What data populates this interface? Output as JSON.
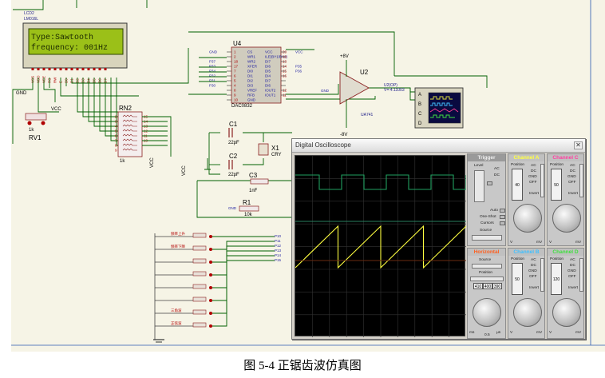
{
  "caption": "图 5-4 正锯齿波仿真图",
  "lcd": {
    "ref": "LCD2",
    "part": "LM016L",
    "line1": "Type:Sawtooth",
    "line2": "frequency: 001Hz",
    "pins": [
      "VSS",
      "VDD",
      "VEE",
      "RS",
      "RW",
      "E",
      "D0",
      "D1",
      "D2",
      "D3",
      "D4",
      "D5",
      "D6",
      "D7"
    ]
  },
  "rv1": {
    "ref": "RV1",
    "value": "1k"
  },
  "rn2": {
    "ref": "RN2",
    "value": "1k",
    "pins_left": [
      "2",
      "3",
      "4",
      "5",
      "6",
      "7",
      "8",
      "9"
    ],
    "pins_right": [
      "15",
      "14",
      "13",
      "12",
      "11",
      "10"
    ]
  },
  "dac": {
    "ref": "U4",
    "part": "DAC0832",
    "left_pins": [
      "CS",
      "WR1",
      "WR2",
      "XFER",
      "DI0",
      "DI1",
      "DI2",
      "DI3",
      "VREF",
      "RFB",
      "GND"
    ],
    "right_pins": [
      "VCC",
      "ILE(BY1/BY2)",
      "DI7",
      "DI6",
      "DI5",
      "DI4",
      "DI7",
      "DI6",
      "IOUT2",
      "IOUT1"
    ],
    "left_nets": [
      "GND",
      "",
      "P37",
      "P33",
      "P34",
      "P32",
      "P31",
      "P30",
      "",
      "",
      ""
    ],
    "right_nets": [
      "VCC",
      "",
      "",
      "P35",
      "P36",
      "",
      "",
      "",
      ""
    ],
    "left_nums": [
      "1",
      "2",
      "18",
      "17",
      "7",
      "6",
      "5",
      "4",
      "8",
      "9",
      "10"
    ],
    "right_nums": [
      "20",
      "19",
      "13",
      "14",
      "15",
      "16",
      "",
      "",
      "12",
      "11"
    ],
    "gnd_label": "GND"
  },
  "opamp": {
    "ref": "U2",
    "vpos": "+8V",
    "vneg": "-8V",
    "probe": "U2(OP)",
    "probe_val": "V=-4.11003",
    "tag": "UA741"
  },
  "scope_symbol": {
    "pins": [
      "A",
      "B",
      "C",
      "D"
    ]
  },
  "caps": [
    {
      "ref": "C1",
      "value": "22pF"
    },
    {
      "ref": "C2",
      "value": "22pF"
    },
    {
      "ref": "C3",
      "value": "1nF"
    }
  ],
  "crystal": {
    "ref": "X1",
    "value": "CRY"
  },
  "resistor": {
    "ref": "R1",
    "value": "10k"
  },
  "power": {
    "vcc": "VCC",
    "gnd": "GND"
  },
  "buttons": [
    "频率上升",
    "频率下降",
    "",
    "",
    "",
    "",
    "三角波",
    "正弦波"
  ],
  "port_labels": [
    "P10",
    "P11",
    "P12",
    "P13",
    "P14",
    "P15"
  ],
  "oscilloscope": {
    "title": "Digital Oscilloscope",
    "trigger": {
      "label": "Trigger",
      "level": "Level",
      "modes": [
        "AC",
        "DC"
      ],
      "mode2": [
        "Auto",
        "One-Shot",
        "Cursors"
      ],
      "source": "Source"
    },
    "channel_a": {
      "label": "Channel A",
      "color": "#ffff40",
      "position": "Position",
      "value": "40",
      "modes": [
        "AC",
        "DC",
        "GND",
        "OFF",
        "Invert"
      ],
      "range_lo": "V",
      "range_hi": "mV"
    },
    "channel_b": {
      "label": "Channel B",
      "color": "#40c0ff",
      "position": "Position",
      "value": "50",
      "modes": [
        "AC",
        "DC",
        "GND",
        "OFF",
        "Invert"
      ],
      "range_lo": "V",
      "range_hi": "mV"
    },
    "channel_c": {
      "label": "Channel C",
      "color": "#ff40a0",
      "position": "Position",
      "value": "50",
      "modes": [
        "AC",
        "DC",
        "GND",
        "OFF",
        "Invert"
      ],
      "range_lo": "V",
      "range_hi": "mV"
    },
    "channel_d": {
      "label": "Channel D",
      "color": "#40e040",
      "position": "Position",
      "value": "120",
      "modes": [
        "AC",
        "DC",
        "GND",
        "OFF",
        "Invert"
      ],
      "range_lo": "V",
      "range_hi": "mV"
    },
    "horizontal": {
      "label": "Horizontal",
      "color": "#ff6020",
      "source": "Source",
      "position": "Position",
      "readout": [
        "410",
        "400",
        "390"
      ],
      "range_lo": "ms",
      "range_hi": "μs",
      "scale": "0.5"
    },
    "colors": {
      "channel_a_trace": "#ffff40",
      "channel_b_trace": "#20a060",
      "screen": "#000000",
      "grid": "#404040"
    }
  }
}
